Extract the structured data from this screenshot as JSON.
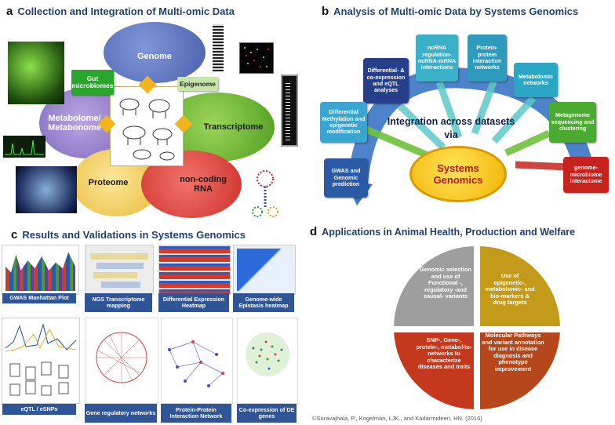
{
  "panel_a": {
    "letter": "a",
    "title": "Collection and Integration of Multi-omic Data",
    "genome": "Genome",
    "gut": "Gut microbiomes",
    "epigenome": "Epigenome",
    "metabolome": "Metabolome/ Metabonome",
    "transcriptome": "Transcriptome",
    "proteome": "Proteome",
    "noncoding": "non-coding RNA"
  },
  "panel_b": {
    "letter": "b",
    "title": "Analysis of Multi-omic Data by Systems Genomics",
    "boxes": {
      "ncrna": "ncRNA regulation-ncRNA-mRNA interactions",
      "ppi": "Protein-protein interaction networks",
      "diffcoexp": "Differential- & co-expression and eQTL analyses",
      "metabolomic": "Metabolomic networks",
      "methylation": "Differential Methylation and epigenetic modification",
      "metagenome": "Metagenome sequencing and clustering",
      "gwas": "GWAS and Genomic prediction",
      "microbiome": "genome-microbiome interactome"
    },
    "integration": "Integration across datasets via",
    "center": "Systems Genomics"
  },
  "panel_c": {
    "letter": "c",
    "title": "Results and Validations in Systems Genomics",
    "captions": {
      "manhattan": "GWAS Manhattan Plot",
      "ngs": "NGS Transcriptome mapping",
      "heatmap": "Differential Expression Heatmap",
      "epistasis": "Genome-wide Epistasis heatmap",
      "eqtl": "eQTL / eSNPs",
      "generegulatory": "Gene regulatory networks",
      "ppi": "Protein-Protein Interaction Network",
      "coexp": "Co-expression of DE genes"
    }
  },
  "panel_d": {
    "letter": "d",
    "title": "Applications in Animal Health, Production and Welfare",
    "sectors": {
      "tl": "Genomic selection and use of Functional -, regulatory -and causal- variants",
      "tr": "Use of epigenetic-, metabolomic- and bio-markers & drug targets",
      "bl": "SNP-, Gene-, protein-, metabolite- networks to characterize diseases and traits",
      "br": "Molecular Pathways and variant annotation for use in disease diagnosis and phenotype improvement"
    },
    "colors": {
      "tl": "#9e9e9e",
      "tr": "#c49a1a",
      "bl": "#c4381d",
      "br": "#b5471a"
    }
  },
  "credit": "©Suravajhala, P., Kogelman, LJK., and Kadarmideen, HN. (2016)"
}
